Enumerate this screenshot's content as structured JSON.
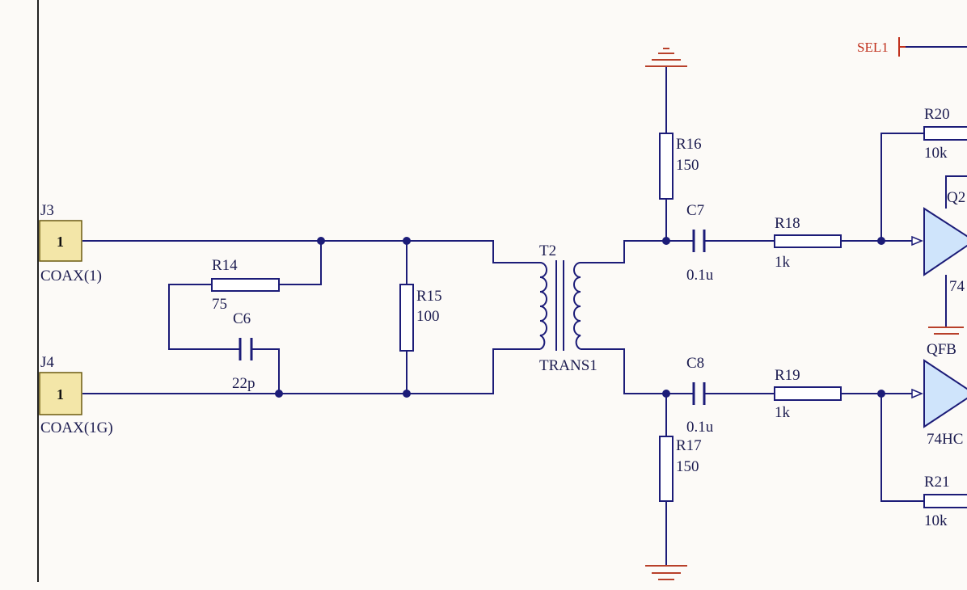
{
  "connectors": [
    {
      "ref": "J3",
      "pin": "1",
      "value": "COAX(1)"
    },
    {
      "ref": "J4",
      "pin": "1",
      "value": "COAX(1G)"
    }
  ],
  "resistors": {
    "R14": {
      "ref": "R14",
      "value": "75"
    },
    "R15": {
      "ref": "R15",
      "value": "100"
    },
    "R16": {
      "ref": "R16",
      "value": "150"
    },
    "R17": {
      "ref": "R17",
      "value": "150"
    },
    "R18": {
      "ref": "R18",
      "value": "1k"
    },
    "R19": {
      "ref": "R19",
      "value": "1k"
    },
    "R20": {
      "ref": "R20",
      "value": "10k"
    },
    "R21": {
      "ref": "R21",
      "value": "10k"
    }
  },
  "capacitors": {
    "C6": {
      "ref": "C6",
      "value": "22p"
    },
    "C7": {
      "ref": "C7",
      "value": "0.1u"
    },
    "C8": {
      "ref": "C8",
      "value": "0.1u"
    }
  },
  "transformer": {
    "ref": "T2",
    "value": "TRANS1"
  },
  "buffers": {
    "top": {
      "ref": "Q2",
      "value": "74"
    },
    "bottom": {
      "ref": "QFB",
      "value": "74HC"
    }
  },
  "net_labels": {
    "sel": "SEL1"
  },
  "colors": {
    "wire": "#1c1c78",
    "ground": "#b8402a",
    "net_label": "#c0301c",
    "port_fill": "#f3e6a8",
    "buffer_fill": "#cfe4fb",
    "background": "#fcfaf7"
  }
}
